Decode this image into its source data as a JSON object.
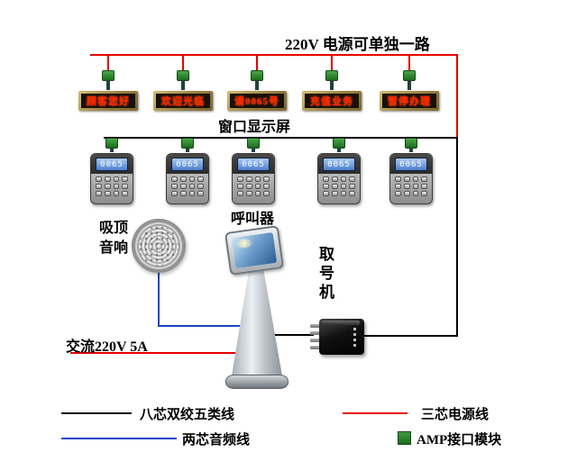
{
  "title_note": "220V  电源可单独一路",
  "section_labels": {
    "window_display": "窗口显示屏",
    "caller": "呼叫器",
    "speaker_line1": "吸顶",
    "speaker_line2": "音响",
    "ticket_machine": "取号机",
    "ac_power": "交流220V 5A"
  },
  "displays": [
    {
      "text": "顾客您好"
    },
    {
      "text": "欢迎光临"
    },
    {
      "text": "请0065号"
    },
    {
      "text": "充值业务"
    },
    {
      "text": "暂停办理"
    }
  ],
  "callers": [
    {
      "lcd": "0065"
    },
    {
      "lcd": "0065"
    },
    {
      "lcd": "0065"
    },
    {
      "lcd": "0065"
    },
    {
      "lcd": "0065"
    }
  ],
  "legend": {
    "cat5": {
      "label": "八芯双绞五类线",
      "color": "#000000"
    },
    "power": {
      "label": "三芯电源线",
      "color": "#e80000"
    },
    "audio": {
      "label": "两芯音频线",
      "color": "#1a46c8"
    },
    "amp": {
      "label": "AMP接口模块",
      "color": "#2e8b2e"
    }
  },
  "colors": {
    "power_line": "#e80000",
    "data_line": "#000000",
    "audio_line": "#1a46c8",
    "display_text": "#ff2400"
  }
}
